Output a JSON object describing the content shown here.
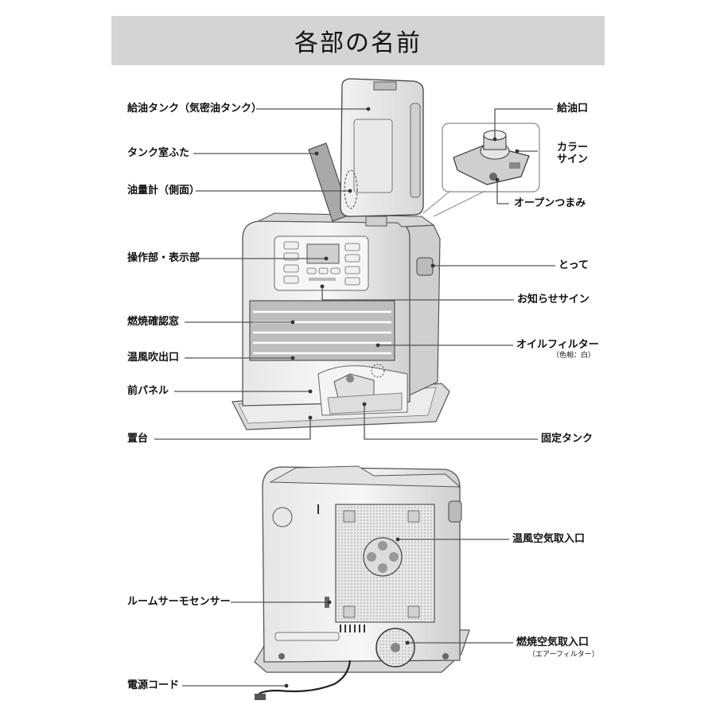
{
  "title": "各部の名前",
  "labels_left": {
    "kyuyu_tank": "給油タンク（気密油タンク）",
    "tank_lid": "タンク室ふた",
    "oil_gauge": "油量計（側面）",
    "control_panel": "操作部・表示部",
    "combustion_window": "燃焼確認窓",
    "warm_air_outlet": "温風吹出口",
    "front_panel": "前パネル",
    "base": "置台",
    "room_sensor": "ルームサーモセンサー",
    "power_cord": "電源コード"
  },
  "labels_right": {
    "fuel_inlet": "給油口",
    "color_sign_1": "カラー",
    "color_sign_2": "サイン",
    "open_knob": "オープンつまみ",
    "handle": "とって",
    "notice_sign": "お知らせサイン",
    "oil_filter": "オイルフィルター",
    "oil_filter_note": "（色相：白）",
    "fixed_tank": "固定タンク",
    "warm_air_intake": "温風空気取入口",
    "combustion_air_intake": "燃焼空気取入口",
    "combustion_air_intake_note": "（エアーフィルター）"
  }
}
